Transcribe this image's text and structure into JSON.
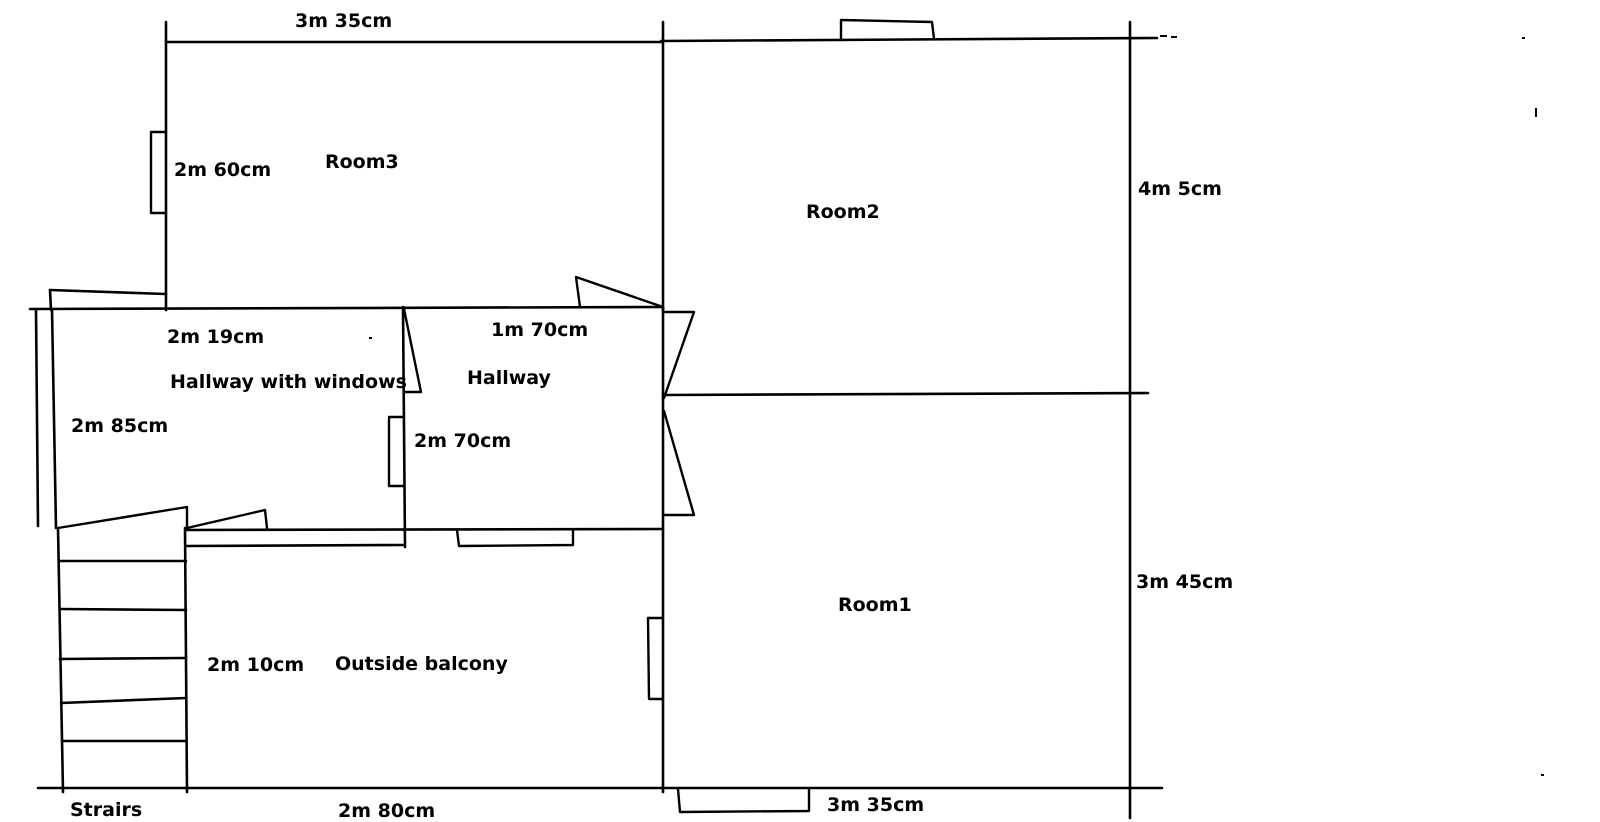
{
  "rooms": {
    "room3": "Room3",
    "room2": "Room2",
    "room1": "Room1",
    "hallway_windows": "Hallway with windows",
    "hallway": "Hallway",
    "balcony": "Outside balcony",
    "stairs": "Strairs"
  },
  "dimensions": {
    "room3_width": "3m 35cm",
    "room3_depth": "2m 60cm",
    "room2_depth": "4m 5cm",
    "room1_depth": "3m 45cm",
    "room1_width": "3m 35cm",
    "hallway_windows_width": "2m 19cm",
    "hallway_windows_depth": "2m 85cm",
    "hallway_width": "1m 70cm",
    "hallway_depth": "2m 70cm",
    "balcony_depth": "2m 10cm",
    "balcony_width": "2m 80cm"
  },
  "colors": {
    "ink": "#000000",
    "paper": "#ffffff"
  }
}
